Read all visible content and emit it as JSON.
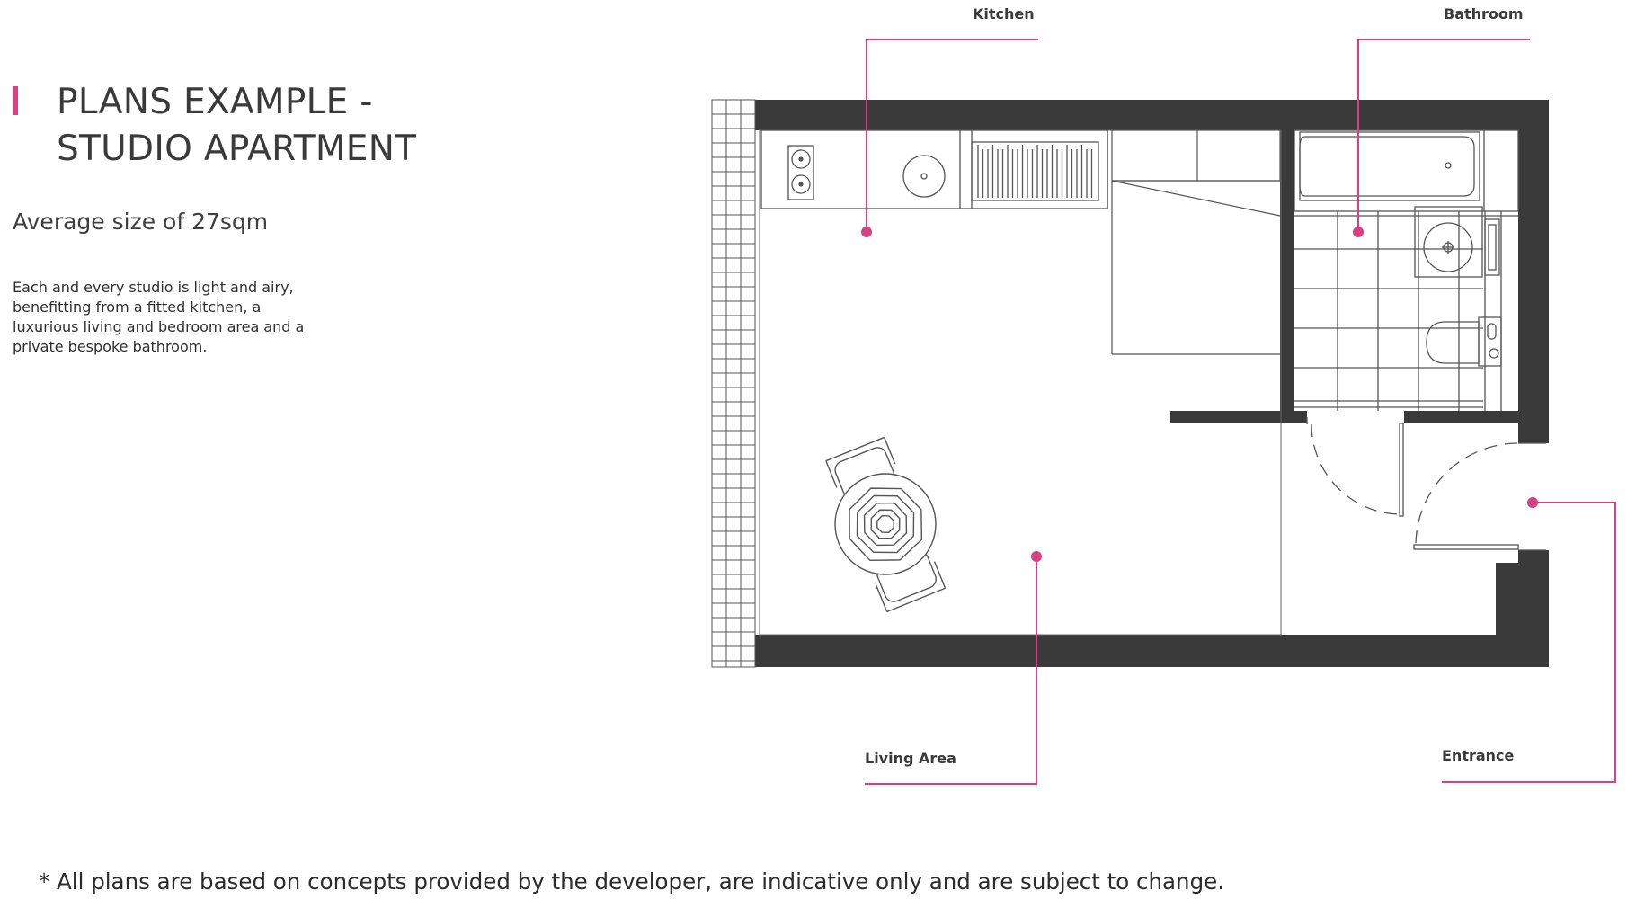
{
  "header": {
    "title_line1": "PLANS EXAMPLE -",
    "title_line2": "STUDIO APARTMENT",
    "subtitle": "Average size of 27sqm",
    "description": "Each and every studio is light and airy, benefitting from a fitted kitchen, a luxurious living and bedroom area and a private bespoke bathroom."
  },
  "plan": {
    "labels": {
      "kitchen": "Kitchen",
      "bathroom": "Bathroom",
      "living_area": "Living Area",
      "entrance": "Entrance"
    }
  },
  "footnote": "* All plans are based on concepts provided by the developer, are indicative only and are subject to change.",
  "colors": {
    "accent": "#d6427f",
    "wall": "#3a3a3a",
    "line": "#555555",
    "text": "#3a3a3a"
  }
}
